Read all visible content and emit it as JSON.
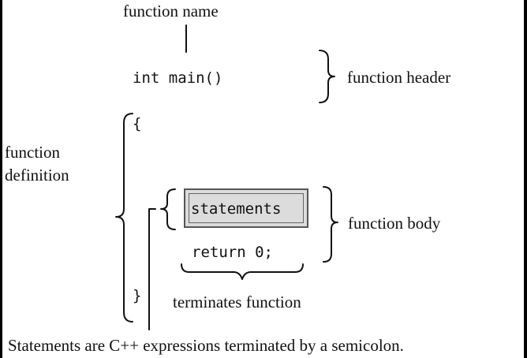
{
  "diagram": {
    "labels": {
      "function_name": "function name",
      "function_header": "function header",
      "function_definition_line1": "function",
      "function_definition_line2": "definition",
      "function_body": "function body",
      "terminates_function": "terminates function",
      "caption": "Statements are C++ expressions terminated by a semicolon."
    },
    "code": {
      "header": "int main()",
      "open_brace": "{",
      "statements": "statements",
      "return_stmt": "return 0;",
      "close_brace": "}"
    },
    "colors": {
      "background": "#ffffff",
      "text": "#111111",
      "statement_box_fill": "#dcdcdc",
      "frame": "#000000"
    }
  }
}
